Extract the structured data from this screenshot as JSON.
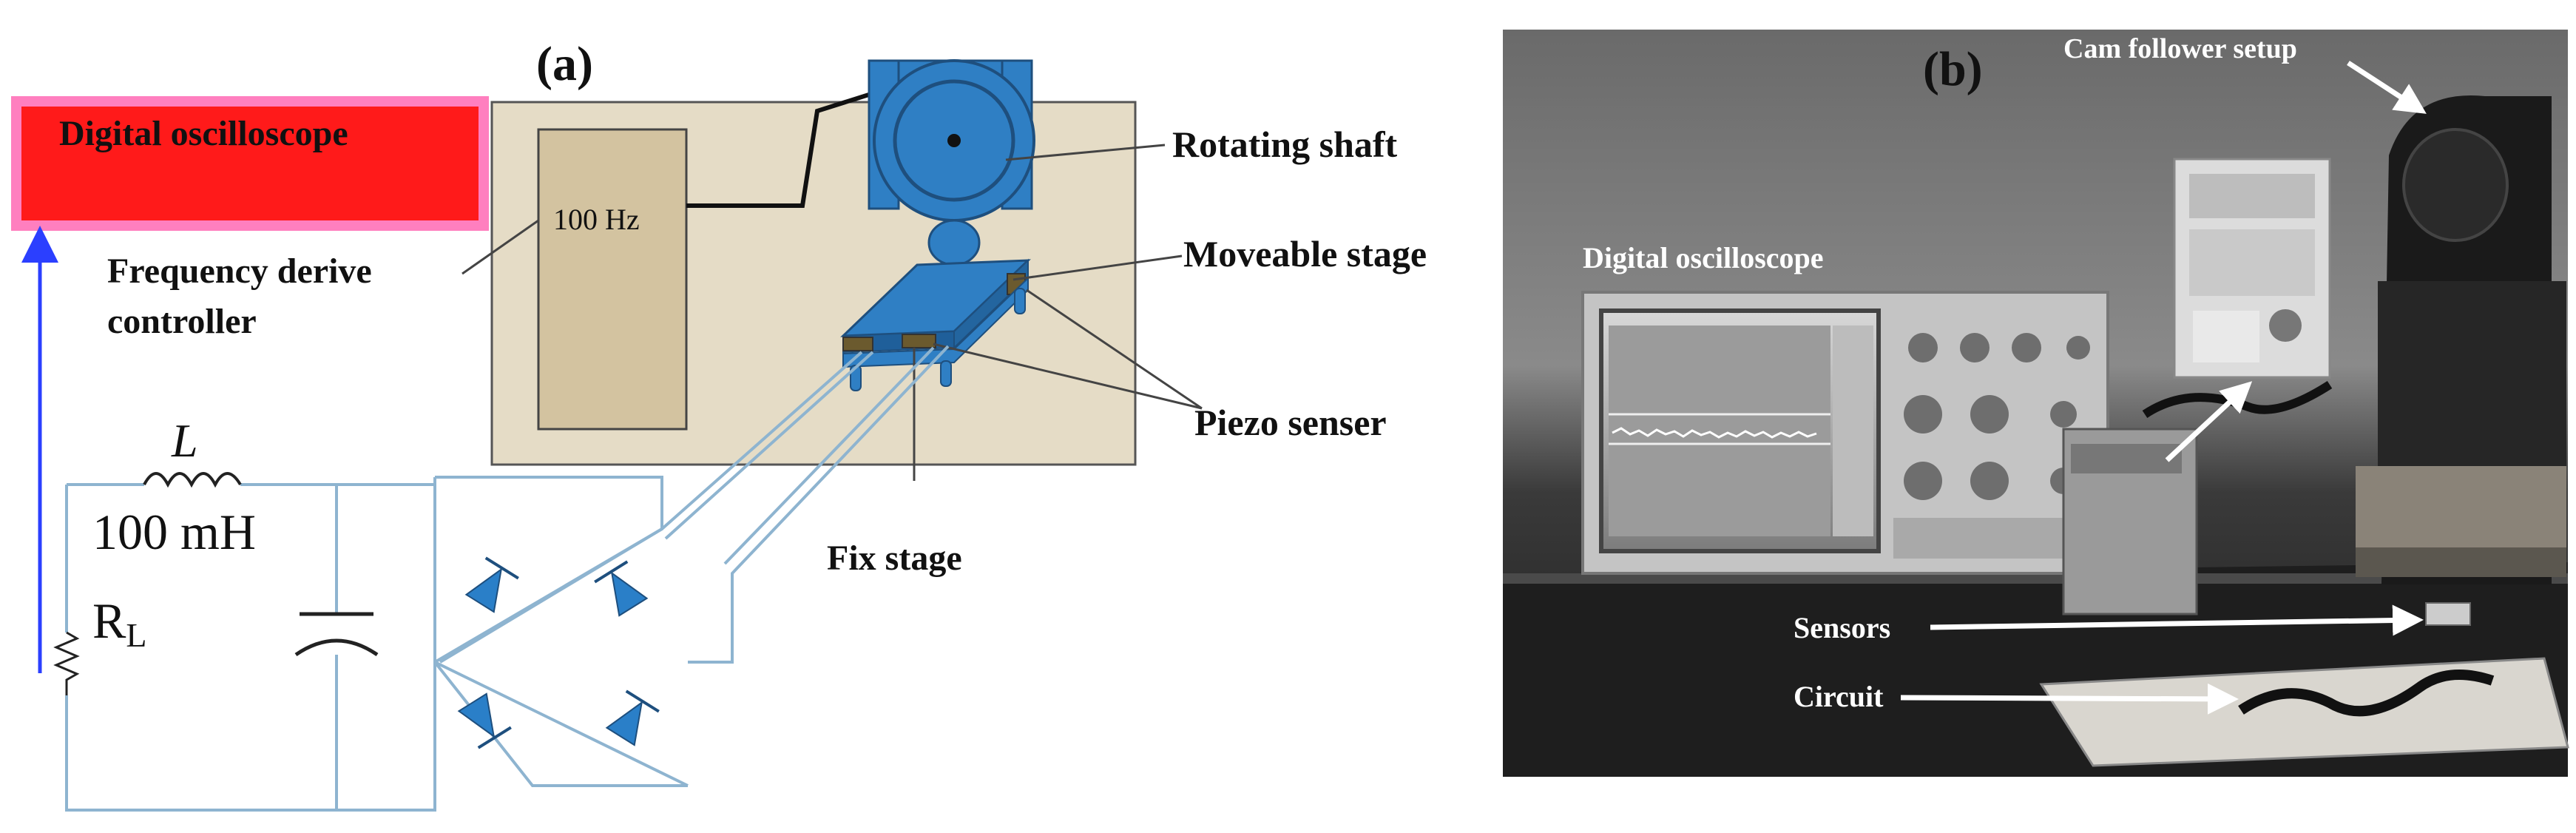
{
  "panel_a": {
    "label": "(a)",
    "oscilloscope": "Digital oscilloscope",
    "drive_display": "100 Hz",
    "drive_label_1": "Frequency derive",
    "drive_label_2": "controller",
    "rotating_shaft": "Rotating shaft",
    "moveable_stage": "Moveable stage",
    "piezo": "Piezo senser",
    "fix_stage": "Fix stage",
    "inductor_symbol": "L",
    "inductance": "100 mH",
    "resistor_main": "R",
    "resistor_sub": "L"
  },
  "panel_b": {
    "label": "(b)",
    "cam": "Cam follower setup",
    "oscilloscope": "Digital oscilloscope",
    "sensors": "Sensors",
    "circuit": "Circuit"
  },
  "colors": {
    "oscilloscope_fill": "#ff1a1a",
    "oscilloscope_border": "#ff7fbf",
    "board": "#e5dcc6",
    "controller": "#d3c3a0",
    "stage_blue": "#2f7fc4",
    "wire": "#8eb4d0",
    "diode": "#2a7fc8",
    "arrow_blue": "#2b3fff"
  },
  "icons": [
    "rotating-shaft-icon",
    "diode-icon",
    "inductor-icon",
    "resistor-icon",
    "capacitor-icon"
  ]
}
